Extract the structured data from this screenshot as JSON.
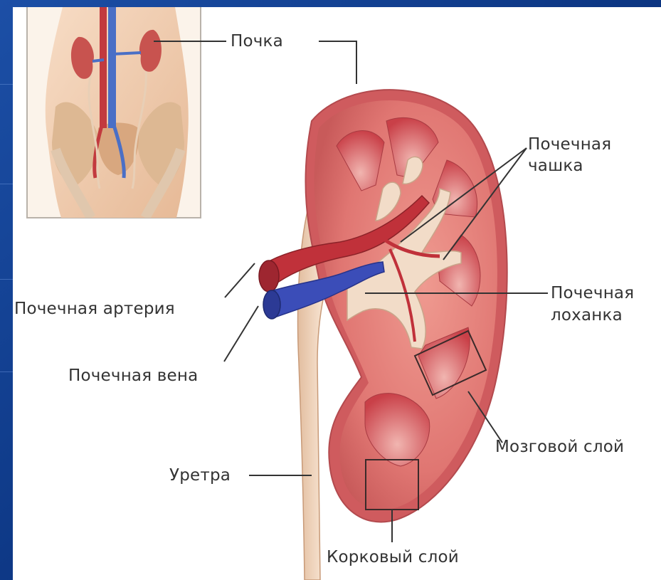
{
  "labels": {
    "kidney": "Почка",
    "calyx": [
      "Почечная",
      "чашка"
    ],
    "artery": "Почечная артерия",
    "pelvis": [
      "Почечная",
      "лоханка"
    ],
    "vein": "Почечная вена",
    "medulla": "Мозговой слой",
    "ureter": "Уретра",
    "cortex": "Корковый слой"
  },
  "colors": {
    "slide_background": "#0b3480",
    "kidney_capsule": "#e9a59a",
    "cortex": "#dd6f6c",
    "medulla": "#c8464a",
    "artery": "#c0313a",
    "vein": "#3b4db8",
    "pelvis": "#f1d8c3",
    "ureter": "#efd6bf",
    "leader_line": "#333333"
  },
  "icons": [
    "body-torso-inset",
    "kidney-cross-section"
  ]
}
